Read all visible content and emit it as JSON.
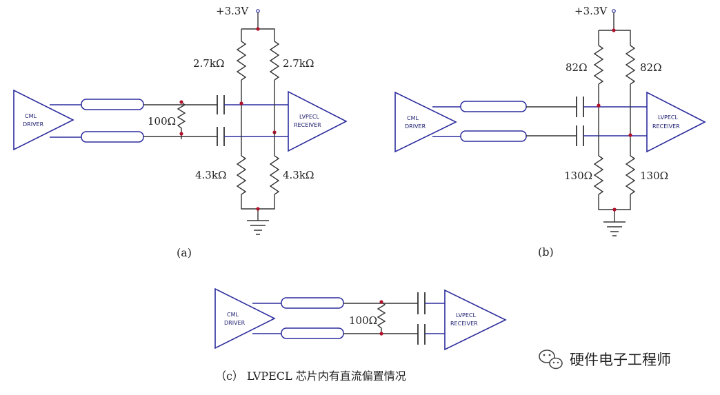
{
  "supply": {
    "voltage_label": "+3.3V"
  },
  "panel_a": {
    "driver": [
      "CML",
      "DRIVER"
    ],
    "receiver": [
      "LVPECL",
      "RECEIVER"
    ],
    "r_top_left": "2.7kΩ",
    "r_top_right": "2.7kΩ",
    "r_bottom_left": "4.3kΩ",
    "r_bottom_right": "4.3kΩ",
    "r_term": "100Ω",
    "caption": "(a)"
  },
  "panel_b": {
    "driver": [
      "CML",
      "DRIVER"
    ],
    "receiver": [
      "LVPECL",
      "RECEIVER"
    ],
    "r_top_left": "82Ω",
    "r_top_right": "82Ω",
    "r_bottom_left": "130Ω",
    "r_bottom_right": "130Ω",
    "caption": "(b)"
  },
  "panel_c": {
    "driver": [
      "CML",
      "DRIVER"
    ],
    "receiver": [
      "LVPECL",
      "RECEIVER"
    ],
    "r_term": "100Ω",
    "caption": "（c） LVPECL  芯片内有直流偏置情况"
  },
  "watermark": {
    "text": "硬件电子工程师",
    "icon": "wechat-icon"
  },
  "colors": {
    "line": "#2b2b9e",
    "wire": "#333333",
    "dot": "#b0102a"
  }
}
